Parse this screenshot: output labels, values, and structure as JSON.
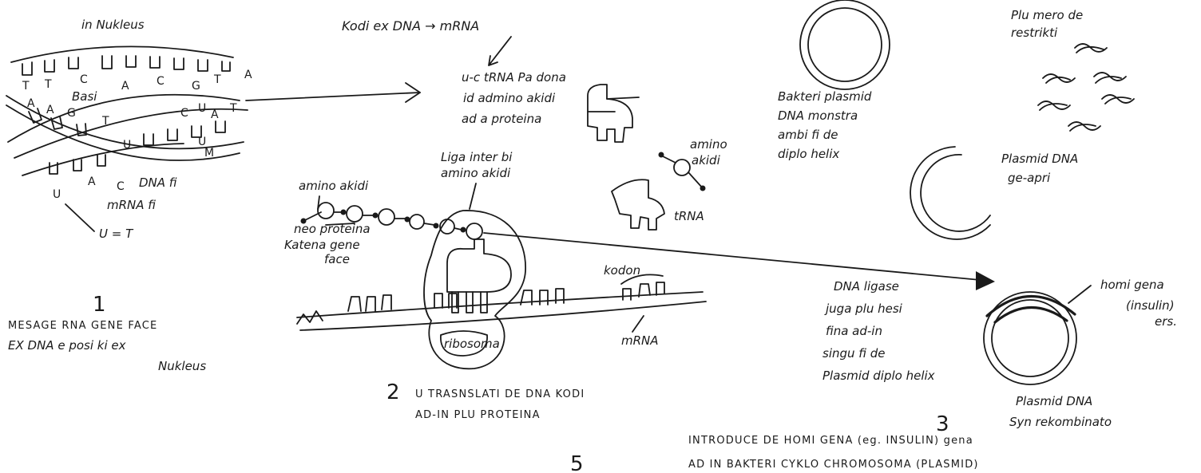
{
  "panel1": {
    "header": "in Nukleus",
    "top_bases": [
      "T",
      "T",
      "C",
      "A",
      "C",
      "G",
      "T",
      "A"
    ],
    "basi": "Basi",
    "lower_bases": [
      "A",
      "A",
      "G",
      "T",
      "C",
      "U",
      "A",
      "T"
    ],
    "bottom_bases": [
      "U",
      "A",
      "C",
      "U",
      "M"
    ],
    "dna_fi": "DNA fi",
    "mrna_fi": "mRNA fi",
    "u_label": "U",
    "u_eq_t": "U = T",
    "number": "1",
    "caption_line1": "MESAGE RNA GENE FACE",
    "caption_line2": "EX DNA e posi ki ex",
    "caption_line3": "Nukleus"
  },
  "panel2": {
    "title": "Kodi ex DNA → mRNA",
    "trna_line1": "u-c tRNA Pa dona",
    "trna_line2": "id admino akidi",
    "trna_line3": "ad a proteina",
    "liga_line1": "Liga inter bi",
    "liga_line2": "amino akidi",
    "amino_akidi": "amino akidi",
    "amino_akidi2_line1": "amino",
    "amino_akidi2_line2": "akidi",
    "neo_proteina": "neo proteina",
    "katena_line1": "Katena gene",
    "katena_line2": "face",
    "trna": "tRNA",
    "kodon": "kodon",
    "mrna": "mRNA",
    "ribosoma": "ribosoma",
    "number": "2",
    "caption_line1": "U TRASNSLATI DE DNA  KODI",
    "caption_line2": "AD-IN PLU PROTEINA"
  },
  "panel3": {
    "bakteri_line1": "Bakteri plasmid",
    "bakteri_line2": "DNA monstra",
    "bakteri_line3": "ambi fi de",
    "bakteri_line4": "diplo helix",
    "restrikt_line1": "Plu mero de",
    "restrikt_line2": "restrikti",
    "plasmid_open_line1": "Plasmid DNA",
    "plasmid_open_line2": "ge-apri",
    "ligase_line1": "DNA ligase",
    "ligase_line2": "juga plu hesi",
    "ligase_line3": "fina ad-in",
    "ligase_line4": "singu fi de",
    "ligase_line5": "Plasmid diplo helix",
    "homi_line1": "homi gena",
    "homi_line2": "(insulin)",
    "homi_line3": "ers.",
    "recomb_line1": "Plasmid DNA",
    "recomb_line2": "Syn rekombinato",
    "number": "3",
    "caption_line1": "INTRODUCE  DE HOMI GENA (eg. INSULIN) gena",
    "caption_line2": "AD IN BAKTERI CYKLO CHROMOSOMA  (PLASMID)"
  },
  "footer_number": "5"
}
